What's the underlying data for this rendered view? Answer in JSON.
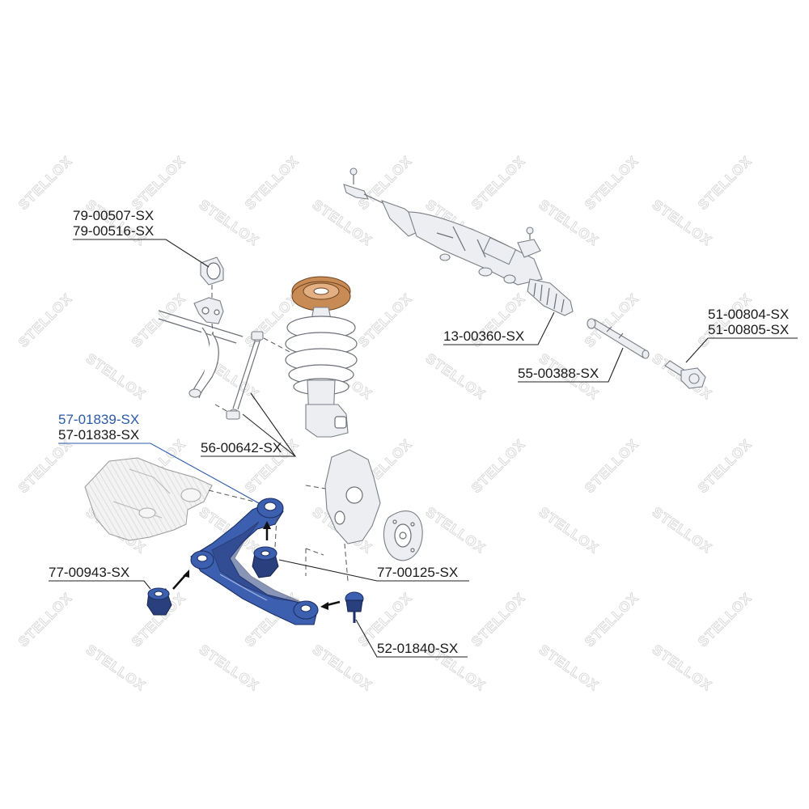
{
  "watermark": "STELLOX",
  "labels": {
    "p79_00507": "79-00507-SX",
    "p79_00516": "79-00516-SX",
    "p13_00360": "13-00360-SX",
    "p51_00804": "51-00804-SX",
    "p51_00805": "51-00805-SX",
    "p55_00388": "55-00388-SX",
    "p57_01839": "57-01839-SX",
    "p57_01838": "57-01838-SX",
    "p56_00642": "56-00642-SX",
    "p77_00943": "77-00943-SX",
    "p77_00125": "77-00125-SX",
    "p52_01840": "52-01840-SX"
  },
  "colors": {
    "highlight": "#2b5aa8",
    "arm": "#3d5fb0",
    "strut_mount": "#c98b55",
    "watermark": "#d6d6d6"
  }
}
